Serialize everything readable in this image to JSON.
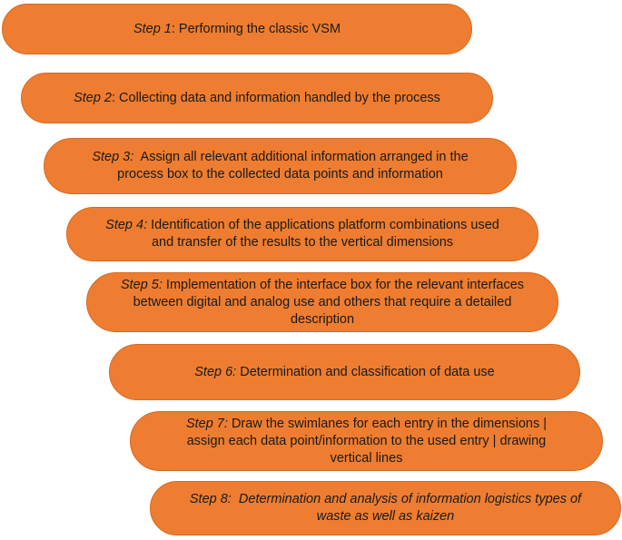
{
  "steps": [
    {
      "number": "Step 1",
      "separator": ":",
      "text": " Performing the classic VSM"
    },
    {
      "number": "Step 2",
      "separator": ":",
      "text": " Collecting data and information handled by the process"
    },
    {
      "number": "Step 3:",
      "separator": "  ",
      "text": "Assign all relevant additional information arranged in the process box to the collected data points and information"
    },
    {
      "number": "Step 4:",
      "separator": " ",
      "text": "Identification of the applications platform combinations used and transfer of the results to the vertical dimensions"
    },
    {
      "number": "Step 5:",
      "separator": " ",
      "text": "Implementation of the interface box for the relevant interfaces between digital and analog use and others that require a detailed description"
    },
    {
      "number": "Step 6:",
      "separator": " ",
      "text": "Determination and classification of data use"
    },
    {
      "number": "Step 7:",
      "separator": " ",
      "text": "Draw the swimlanes for each entry in the dimensions | assign each data point/information to the used entry | drawing vertical lines"
    },
    {
      "number": "Step 8:",
      "separator": "  ",
      "text": "Determination and analysis of information logistics types of waste as well as kaizen"
    }
  ],
  "colors": {
    "box_fill": "#ee7d31",
    "box_border": "#d8691f",
    "text": "#1a1a1a"
  }
}
